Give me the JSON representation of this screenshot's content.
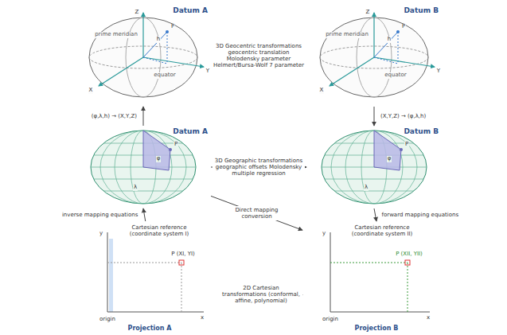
{
  "diagram": {
    "nodes": [
      {
        "text": [
          "Datum A"
        ]
      },
      {
        "text": [
          "Datum B"
        ]
      },
      {
        "text": [
          "Datum A"
        ]
      },
      {
        "text": [
          "Datum B"
        ]
      },
      {
        "text": [
          "Cartesian reference (coordinate system I)",
          "Projection A"
        ]
      },
      {
        "text": [
          "Cartesian reference (coordinate system II)",
          "Projection B"
        ]
      }
    ],
    "edges": [
      {
        "from": 0,
        "to": 1,
        "arrow": "to",
        "label": "3D Geocentric transformations geocentric translation Molodensky parameter Helmert/Bursa-Wolf 7 parameter"
      },
      {
        "from": 2,
        "to": 0,
        "arrow": "to",
        "label": "(φ,λ,h) → (X,Y,Z)"
      },
      {
        "from": 1,
        "to": 3,
        "arrow": "to",
        "label": "(X,Y,Z) → (φ,λ,h)"
      },
      {
        "from": 2,
        "to": 3,
        "arrow": "to",
        "label": "3D Geographic transformations geographic offsets Molodensky multiple regression"
      },
      {
        "from": 4,
        "to": 2,
        "arrow": "to",
        "label": "inverse mapping equations"
      },
      {
        "from": 3,
        "to": 5,
        "arrow": "to",
        "label": "forward mapping equations"
      },
      {
        "from": 2,
        "to": 5,
        "arrow": "to",
        "label": "Direct mapping conversion"
      },
      {
        "from": 4,
        "to": 5,
        "arrow": "to",
        "label": "2D Cartesian transformations (conformal, affine, polynomial)"
      }
    ],
    "labels": [
      "Z",
      "X",
      "Y",
      "P",
      "h",
      "equator",
      "prime meridian",
      "Z",
      "X",
      "Y",
      "P",
      "h",
      "equator",
      "prime meridian",
      "P",
      "φ",
      "λ",
      "P",
      "φ",
      "λ",
      "y",
      "x",
      "origin",
      "P (XI, YI)",
      "y",
      "x",
      "origin",
      "P (XII, YII)"
    ]
  }
}
